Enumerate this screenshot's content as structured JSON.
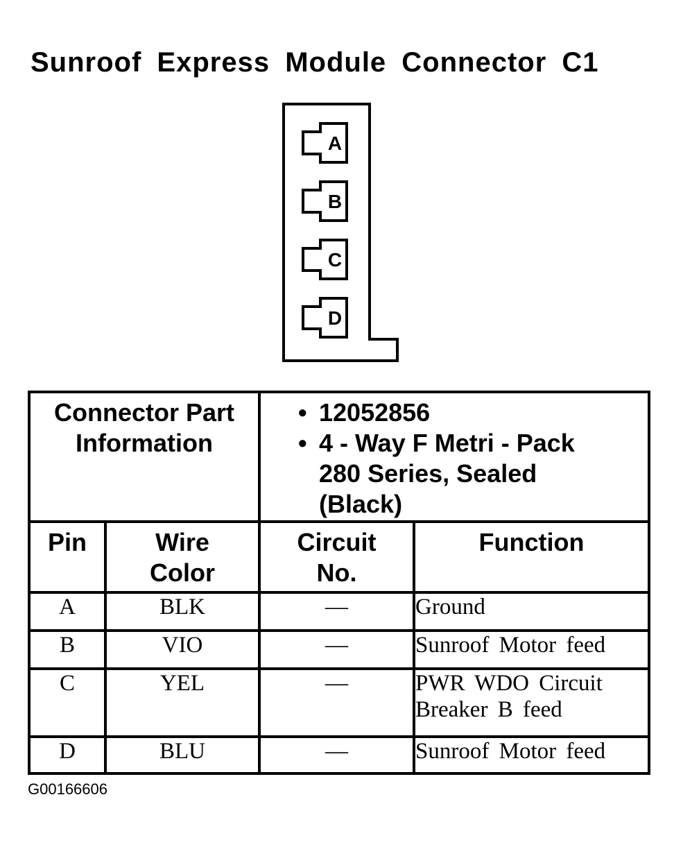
{
  "title": "Sunroof Express Module Connector C1",
  "connector": {
    "pins": [
      "A",
      "B",
      "C",
      "D"
    ]
  },
  "part_info": {
    "label_line1": "Connector Part",
    "label_line2": "Information",
    "items": [
      {
        "bullet": "•",
        "line1": "12052856",
        "line2": "",
        "line3": ""
      },
      {
        "bullet": "•",
        "line1": "4 - Way F Metri - Pack",
        "line2": "280 Series, Sealed",
        "line3": "(Black)"
      }
    ]
  },
  "columns": {
    "pin": "Pin",
    "wire_line1": "Wire",
    "wire_line2": "Color",
    "circuit_line1": "Circuit",
    "circuit_line2": "No.",
    "function": "Function"
  },
  "rows": [
    {
      "pin": "A",
      "wire": "BLK",
      "circuit": "—",
      "function_line1": "Ground",
      "function_line2": ""
    },
    {
      "pin": "B",
      "wire": "VIO",
      "circuit": "—",
      "function_line1": "Sunroof Motor feed",
      "function_line2": ""
    },
    {
      "pin": "C",
      "wire": "YEL",
      "circuit": "—",
      "function_line1": "PWR WDO Circuit",
      "function_line2": "Breaker B feed"
    },
    {
      "pin": "D",
      "wire": "BLU",
      "circuit": "—",
      "function_line1": "Sunroof Motor feed",
      "function_line2": ""
    }
  ],
  "figure_code": "G00166606"
}
